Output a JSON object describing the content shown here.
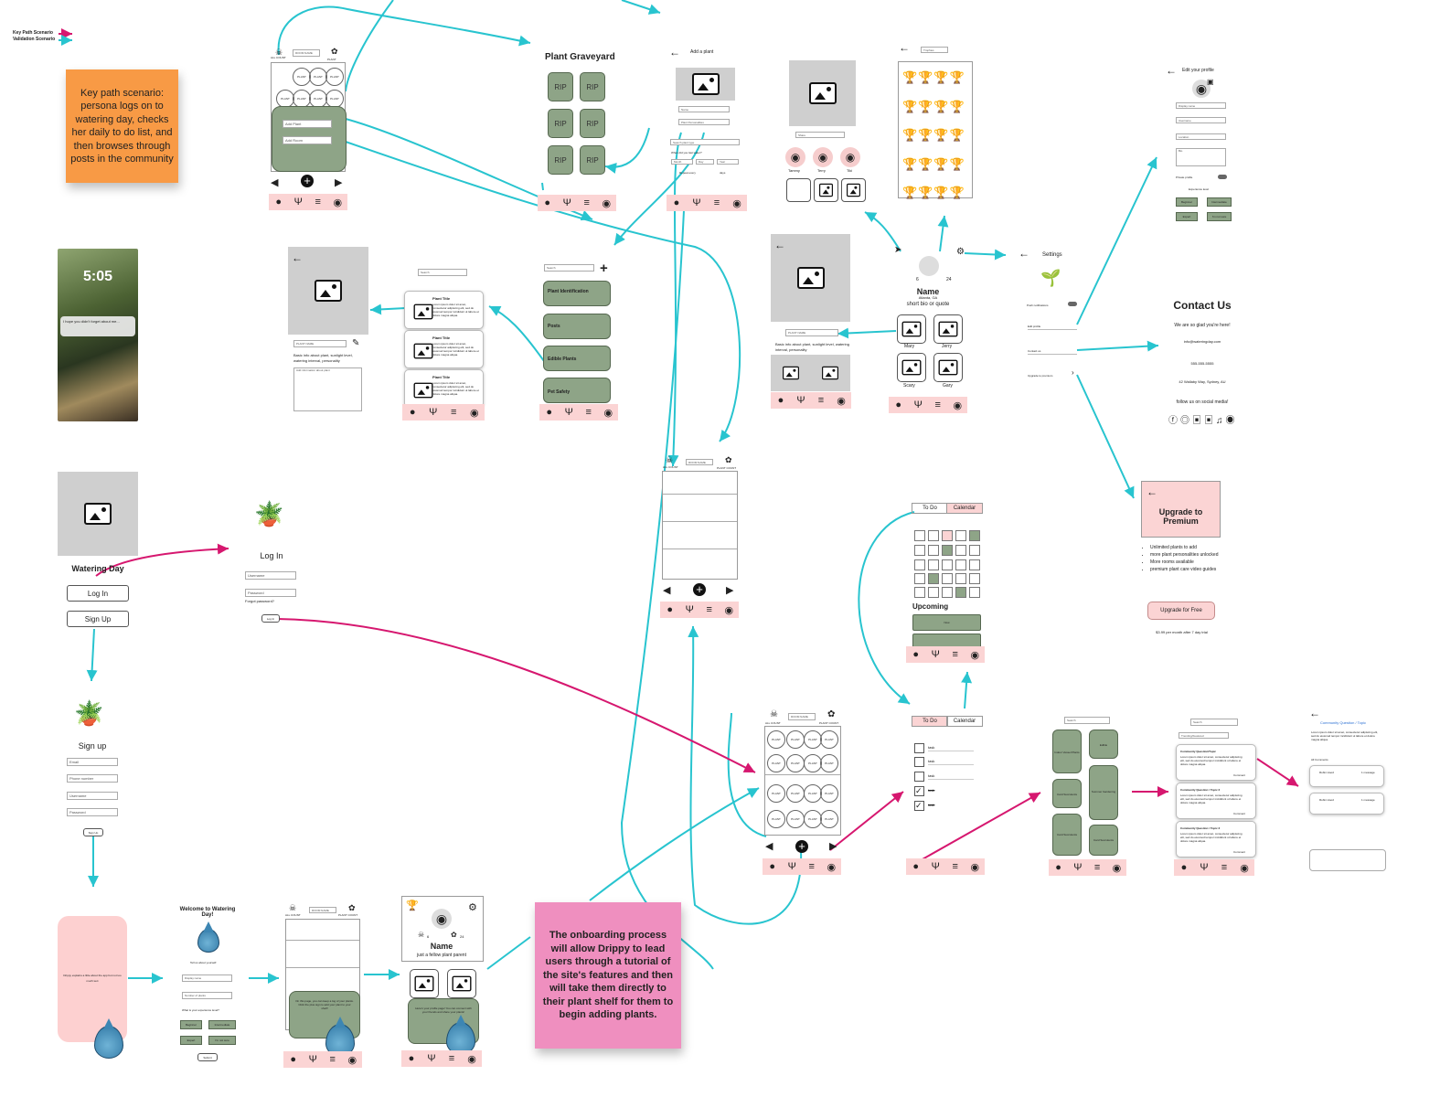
{
  "legend": {
    "key_path": "Key Path Scenario",
    "validation": "Validation Scenario",
    "key_path_color": "#d6176f",
    "validation_color": "#28c4cf"
  },
  "notes": {
    "key_path_note": "Key path scenario: persona logs on to watering day, checks her daily to do list, and then browses through posts in the community",
    "onboarding_note": "The onboarding process will allow Drippy to lead users through a tutorial of the site's features and then will take them directly to their plant shelf for them to begin adding plants.",
    "key_path_note_color": "#f89a45",
    "onboarding_note_color": "#ef8fbf"
  },
  "shelf": {
    "all_count": "ALL COUNT",
    "room_name": "ROOM NAME",
    "plant_count": "PLANT COUNT",
    "plant": "PLANT",
    "add_plant": "Add Plant",
    "add_room": "Add Room"
  },
  "graveyard": {
    "title": "Plant Graveyard",
    "rip": "RIP"
  },
  "add_plant": {
    "title": "Add a plant",
    "name": "Name",
    "personalities": "Plant Personalities",
    "search": "Search plant type",
    "question": "When did you last water?",
    "month": "Month",
    "day": "Day",
    "year": "Year",
    "repeat": "Repeat every",
    "days": "days"
  },
  "friend": {
    "share": "Share",
    "tammy": "Tammy",
    "terry": "Terry",
    "tiki": "Tiki",
    "plant_name": "PLANT NAME",
    "info": "Basic info about plant, sunlight level, watering interval, personality"
  },
  "trophies": {
    "title": "Trophies"
  },
  "profile_edit": {
    "title": "Edit your profile",
    "display_name": "Display name",
    "username": "Username",
    "location": "Location",
    "bio": "Bio",
    "private": "Private profile",
    "experience": "Experience level",
    "beginner": "Beginner",
    "intermediate": "Intermediate",
    "expert": "Expert",
    "not_sure": "I'm not sure"
  },
  "settings": {
    "title": "Settings",
    "push": "Push notifications",
    "edit_profile": "Edit profile",
    "contact": "Contact us",
    "upgrade": "Upgrade to premium"
  },
  "contact": {
    "title": "Contact Us",
    "glad": "We are so glad you're here!",
    "email": "info@wateringday.com",
    "phone": "555-555-5555",
    "address": "42 Wallaby Way, Sydney, AU",
    "follow": "follow us on social media!"
  },
  "profile": {
    "name": "Name",
    "location": "Atlanta, GA",
    "bio": "short bio or quote",
    "count_left": "6",
    "count_right": "24",
    "friends": [
      "Mary",
      "Jerry",
      "Scary",
      "Gary"
    ]
  },
  "lockscreen": {
    "time": "5:05",
    "notification": "I hope you didn't forget about me..."
  },
  "plant_detail": {
    "plant_name": "PLANT NAME",
    "info": "Basic info about plant, sunlight level, watering interval, personality",
    "add_info": "Add information about plant"
  },
  "search_list": {
    "search": "Search",
    "plant_title": "Plant Title",
    "lorem": "Lorem ipsum dolor sit amet, consectetur adipiscing elit, sed do eiusmod tempor incididunt ut labore et dolore magna aliqua."
  },
  "categories": {
    "search": "Search",
    "items": [
      "Plant Identification",
      "Posts",
      "Edible Plants",
      "Pet Safety"
    ]
  },
  "landing": {
    "title": "Watering Day",
    "login": "Log In",
    "signup": "Sign Up"
  },
  "login": {
    "title": "Log In",
    "username": "Username",
    "password": "Password",
    "forgot": "Forgot password?",
    "button": "Log In"
  },
  "signup": {
    "title": "Sign up",
    "email": "Email",
    "phone": "Phone number",
    "username": "Username",
    "password": "Password",
    "button": "Sign Up"
  },
  "tasks": {
    "todo": "To Do",
    "calendar": "Calendar",
    "upcoming": "Upcoming",
    "task": "task",
    "now": "Now"
  },
  "upgrade": {
    "title": "Upgrade to Premium",
    "benefits": [
      "Unlimited plants to add",
      "more plant personalities unlocked",
      "More rooms available",
      "premium plant care video guides"
    ],
    "button": "Upgrade for Free",
    "price": "$3.99 per month after 7 day trial"
  },
  "explore": {
    "search": "Search",
    "indoor": "Indoor Vessel Plants",
    "edible": "Edible",
    "card_succulents": "Card Succulents",
    "summer": "Summer Gardening",
    "card_succulents2": "Card Succulents",
    "card_succulents3": "Card Succulents"
  },
  "community": {
    "search": "Search",
    "trending": "Trending/Featured",
    "topic1": "Community Question/Topic",
    "topic2": "Community Question / Topic 2",
    "topic3": "Community Question / Topic 3",
    "comment": "Comment",
    "detail_title": "Community Question / Topic",
    "all_comments": "All Comments",
    "posted": "Robin Hood",
    "message": "1 message"
  },
  "onboarding": {
    "drippy_says": "Drippy explains a little about the app but not too much text",
    "welcome": "Welcome to Watering Day!",
    "tell_us": "Tell us about yourself:",
    "display_name": "Display name",
    "number_plants": "Number of plants",
    "experience": "What is your experience level?",
    "beginner": "Beginner",
    "intermediate": "Intermediate",
    "expert": "Expert",
    "not_sure": "I'm not sure",
    "submit": "Submit",
    "shelf_tip": "On this page, you can keep a log of your plants. Click the plus sign to add your plant to your shelf!",
    "profile_name": "Name",
    "profile_bio": "just a fellow plant parent",
    "profile_tip": "Here's your profile page! You can connect with your friends and share your plants!",
    "count_left": "6",
    "count_right": "24"
  }
}
